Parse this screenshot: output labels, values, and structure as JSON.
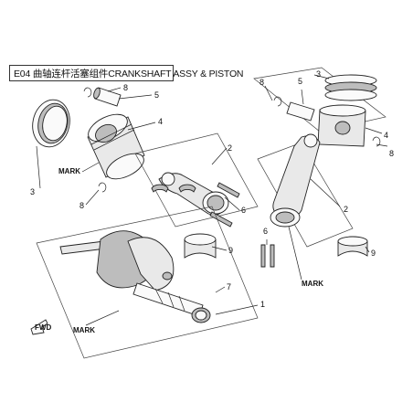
{
  "title": {
    "code": "E04",
    "text": "曲轴连杆活塞组件CRANKSHAFT ASSY & PISTON"
  },
  "callouts": {
    "c1": "1",
    "c2a": "2",
    "c2b": "2",
    "c3a": "3",
    "c3b": "3",
    "c4a": "4",
    "c4b": "4",
    "c5a": "5",
    "c5b": "5",
    "c6a": "6",
    "c6b": "6",
    "c7": "7",
    "c8a": "8",
    "c8b": "8",
    "c8c": "8",
    "c8d": "8",
    "c9a": "9",
    "c9b": "9"
  },
  "marks": {
    "piston": "MARK",
    "crank": "MARK",
    "rod": "MARK"
  },
  "fwd": "FWD"
}
